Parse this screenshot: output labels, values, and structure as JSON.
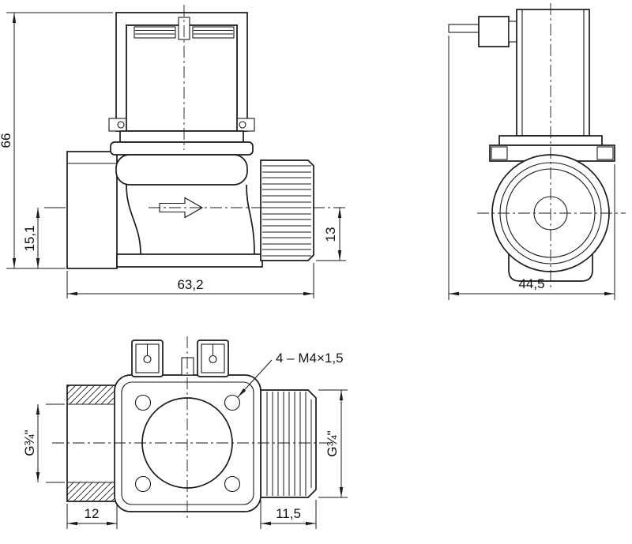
{
  "colors": {
    "line": "#1a1a1a",
    "background": "#ffffff"
  },
  "views": {
    "side": {
      "dims": {
        "overall_height": "66",
        "inlet_axis_height": "15,1",
        "overall_length": "63,2",
        "outlet_axis_to_bottom": "13"
      }
    },
    "front": {
      "dims": {
        "overall_width": "44,5"
      }
    },
    "top": {
      "annotation": "4 – M4×1,5",
      "dims": {
        "inlet_thread": "G¾\"",
        "outlet_thread": "G¾\"",
        "inlet_depth": "12",
        "outlet_length": "11,5"
      }
    }
  }
}
